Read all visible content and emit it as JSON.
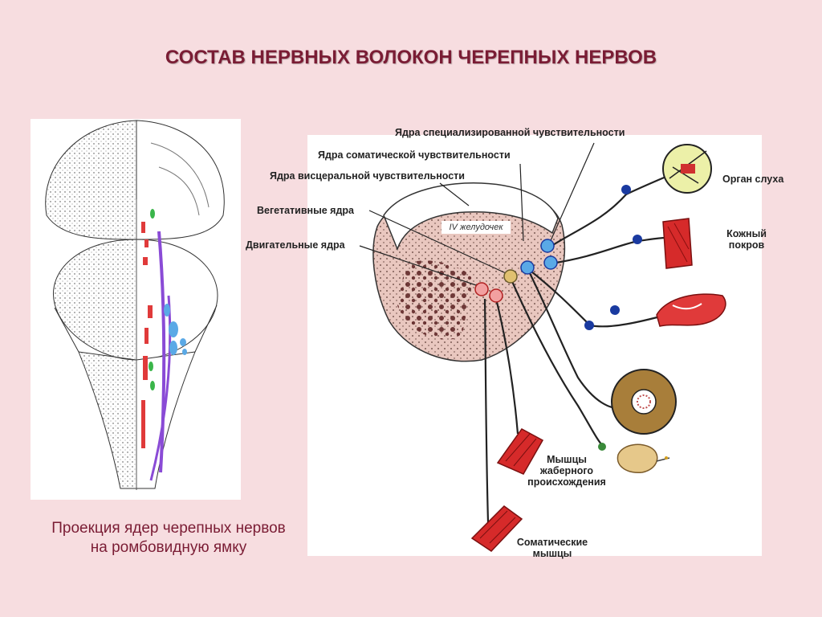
{
  "title": "СОСТАВ НЕРВНЫХ ВОЛОКОН ЧЕРЕПНЫХ НЕРВОВ",
  "left_caption": {
    "line1": "Проекция ядер черепных нервов",
    "line2": "на ромбовидную ямку"
  },
  "labels": {
    "special_sensitivity": "Ядра специализированной чувствительности",
    "somatic_sensitivity": "Ядра соматической чувствительности",
    "visceral_sensitivity": "Ядра висцеральной чувствительности",
    "vegetative": "Вегетативные ядра",
    "motor": "Двигательные ядра",
    "ventricle": "IV желудочек",
    "hearing_organ": "Орган слуха",
    "skin_line1": "Кожный",
    "skin_line2": "покров",
    "gill_line1": "Мышцы",
    "gill_line2": "жаберного",
    "gill_line3": "происхождения",
    "somatic_line1": "Соматические",
    "somatic_line2": "мышцы"
  },
  "colors": {
    "title": "#7a1c34",
    "sensory_nucleus": "#5aa9e6",
    "motor_nucleus": "#e03a3a",
    "vegetative_nucleus": "#c8a040",
    "ganglion": "#1a3aa0",
    "muscle": "#d62a2a",
    "brainstem_fill": "#e9c7bf"
  }
}
